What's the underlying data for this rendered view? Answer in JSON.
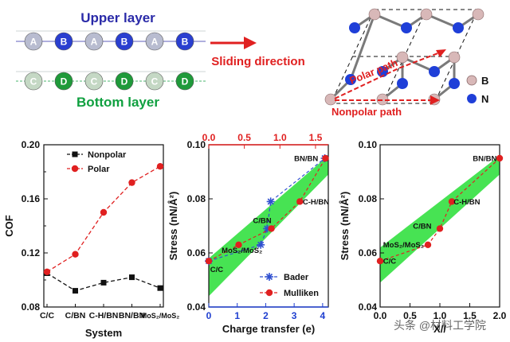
{
  "top": {
    "upper_label": "Upper layer",
    "bottom_label": "Bottom layer",
    "sliding_label": "Sliding direction",
    "upper_atoms": [
      "A",
      "B",
      "A",
      "B",
      "A",
      "B"
    ],
    "bottom_atoms": [
      "C",
      "D",
      "C",
      "D",
      "C",
      "D"
    ],
    "polar_path": "Polar path",
    "nonpolar_path": "Nonpolar path",
    "legend_b": "B",
    "legend_n": "N",
    "colors": {
      "upper": "#2a2aa8",
      "bottom": "#10a040",
      "arrow": "#e02020",
      "atom_b": "#1f3fd8",
      "atom_n_light": "#d8b8b8"
    }
  },
  "watermark": "头条 @材料工学院",
  "chart_data": [
    {
      "type": "line",
      "ylabel": "COF",
      "xlabel": "System",
      "categories": [
        "C/C",
        "C/BN",
        "C-H/BN",
        "BN/BN",
        "MoS₂/MoS₂"
      ],
      "ylim": [
        0.08,
        0.2
      ],
      "yticks": [
        "0.08",
        "0.12",
        "0.16",
        "0.20"
      ],
      "legend_position": "top-left",
      "series": [
        {
          "name": "Nonpolar",
          "color": "#111111",
          "marker": "square",
          "values": [
            0.105,
            0.092,
            0.098,
            0.102,
            0.094
          ]
        },
        {
          "name": "Polar",
          "color": "#e02020",
          "marker": "circle",
          "values": [
            0.106,
            0.119,
            0.15,
            0.172,
            0.184
          ]
        }
      ]
    },
    {
      "type": "scatter",
      "ylabel": "Stress (nN/Å²)",
      "xlabel": "Charge transfer (e)",
      "xlim": [
        0,
        4.2
      ],
      "ylim": [
        0.04,
        0.1
      ],
      "xticks": [
        "0",
        "1",
        "2",
        "3",
        "4"
      ],
      "yticks": [
        "0.04",
        "0.06",
        "0.08",
        "0.10"
      ],
      "top_xlim": [
        0,
        1.68
      ],
      "top_xticks": [
        "0.0",
        "0.5",
        "1.0",
        "1.5"
      ],
      "legend_position": "bottom-right",
      "band": {
        "color": "#33e040",
        "lower_left": 0.044,
        "upper_left": 0.058,
        "lower_right": 0.089,
        "upper_right": 0.096
      },
      "series": [
        {
          "name": "Bader",
          "color": "#3050d0",
          "marker": "star",
          "axis": "top",
          "x": [
            0.0,
            0.73,
            0.82,
            0.87,
            1.63
          ],
          "y": [
            0.057,
            0.063,
            0.069,
            0.079,
            0.095
          ]
        },
        {
          "name": "Mulliken",
          "color": "#e02020",
          "marker": "circle",
          "axis": "bottom",
          "x": [
            0.0,
            1.05,
            2.2,
            3.2,
            4.1
          ],
          "y": [
            0.057,
            0.063,
            0.069,
            0.079,
            0.095
          ]
        }
      ],
      "annotations": [
        {
          "text": "C/C",
          "x": 0.05,
          "y": 0.053
        },
        {
          "text": "MoS₂/MoS₂",
          "x": 0.45,
          "y": 0.06
        },
        {
          "text": "C/BN",
          "x": 1.55,
          "y": 0.071
        },
        {
          "text": "C-H/BN",
          "x": 3.3,
          "y": 0.078
        },
        {
          "text": "BN/BN",
          "x": 3.0,
          "y": 0.094
        }
      ]
    },
    {
      "type": "scatter",
      "ylabel": "Stress (nN/Å²)",
      "xlabel": "X//",
      "xlim": [
        0,
        2.0
      ],
      "ylim": [
        0.04,
        0.1
      ],
      "xticks": [
        "0.0",
        "0.5",
        "1.0",
        "1.5",
        "2.0"
      ],
      "yticks": [
        "0.04",
        "0.06",
        "0.08",
        "0.10"
      ],
      "band": {
        "color": "#33e040",
        "lower_left": 0.049,
        "upper_left": 0.062,
        "lower_right": 0.089,
        "upper_right": 0.096
      },
      "series": [
        {
          "name": "",
          "color": "#e02020",
          "marker": "circle",
          "x": [
            0.0,
            0.8,
            1.0,
            1.2,
            2.0
          ],
          "y": [
            0.057,
            0.063,
            0.069,
            0.079,
            0.095
          ]
        }
      ],
      "annotations": [
        {
          "text": "C/C",
          "x": 0.05,
          "y": 0.056
        },
        {
          "text": "MoS₂/MoS₂",
          "x": 0.05,
          "y": 0.062
        },
        {
          "text": "C/BN",
          "x": 0.55,
          "y": 0.069
        },
        {
          "text": "C-H/BN",
          "x": 1.23,
          "y": 0.078
        },
        {
          "text": "BN/BN",
          "x": 1.55,
          "y": 0.094
        }
      ]
    }
  ]
}
